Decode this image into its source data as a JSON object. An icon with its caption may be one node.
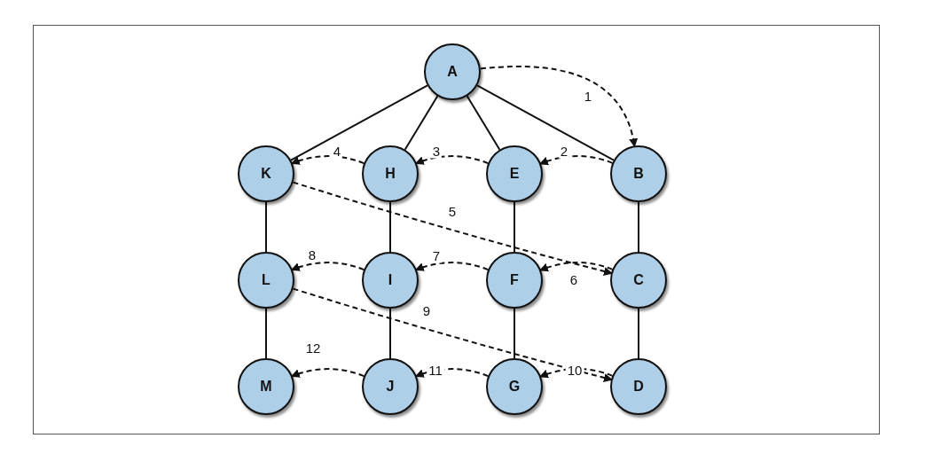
{
  "diagram": {
    "nodes": [
      {
        "text": [
          "A"
        ]
      },
      {
        "text": [
          "K"
        ]
      },
      {
        "text": [
          "H"
        ]
      },
      {
        "text": [
          "E"
        ]
      },
      {
        "text": [
          "B"
        ]
      },
      {
        "text": [
          "L"
        ]
      },
      {
        "text": [
          "I"
        ]
      },
      {
        "text": [
          "F"
        ]
      },
      {
        "text": [
          "C"
        ]
      },
      {
        "text": [
          "M"
        ]
      },
      {
        "text": [
          "J"
        ]
      },
      {
        "text": [
          "G"
        ]
      },
      {
        "text": [
          "D"
        ]
      }
    ],
    "edges": [
      {
        "from": 0,
        "to": 1,
        "arrow": "none"
      },
      {
        "from": 0,
        "to": 2,
        "arrow": "none"
      },
      {
        "from": 0,
        "to": 3,
        "arrow": "none"
      },
      {
        "from": 0,
        "to": 4,
        "arrow": "none"
      },
      {
        "from": 1,
        "to": 5,
        "arrow": "none"
      },
      {
        "from": 5,
        "to": 9,
        "arrow": "none"
      },
      {
        "from": 2,
        "to": 6,
        "arrow": "none"
      },
      {
        "from": 6,
        "to": 10,
        "arrow": "none"
      },
      {
        "from": 3,
        "to": 7,
        "arrow": "none"
      },
      {
        "from": 7,
        "to": 11,
        "arrow": "none"
      },
      {
        "from": 4,
        "to": 8,
        "arrow": "none"
      },
      {
        "from": 8,
        "to": 12,
        "arrow": "none"
      },
      {
        "from": 0,
        "to": 4,
        "arrow": "to",
        "style": "dashed",
        "label": "1"
      },
      {
        "from": 4,
        "to": 3,
        "arrow": "to",
        "style": "dashed",
        "label": "2"
      },
      {
        "from": 3,
        "to": 2,
        "arrow": "to",
        "style": "dashed",
        "label": "3"
      },
      {
        "from": 2,
        "to": 1,
        "arrow": "to",
        "style": "dashed",
        "label": "4"
      },
      {
        "from": 1,
        "to": 8,
        "arrow": "to",
        "style": "dashed",
        "label": "5"
      },
      {
        "from": 8,
        "to": 7,
        "arrow": "to",
        "style": "dashed",
        "label": "6"
      },
      {
        "from": 7,
        "to": 6,
        "arrow": "to",
        "style": "dashed",
        "label": "7"
      },
      {
        "from": 6,
        "to": 5,
        "arrow": "to",
        "style": "dashed",
        "label": "8"
      },
      {
        "from": 5,
        "to": 12,
        "arrow": "to",
        "style": "dashed",
        "label": "9"
      },
      {
        "from": 12,
        "to": 11,
        "arrow": "to",
        "style": "dashed",
        "label": "10"
      },
      {
        "from": 11,
        "to": 10,
        "arrow": "to",
        "style": "dashed",
        "label": "11"
      },
      {
        "from": 10,
        "to": 9,
        "arrow": "to",
        "style": "dashed",
        "label": "12"
      }
    ]
  }
}
